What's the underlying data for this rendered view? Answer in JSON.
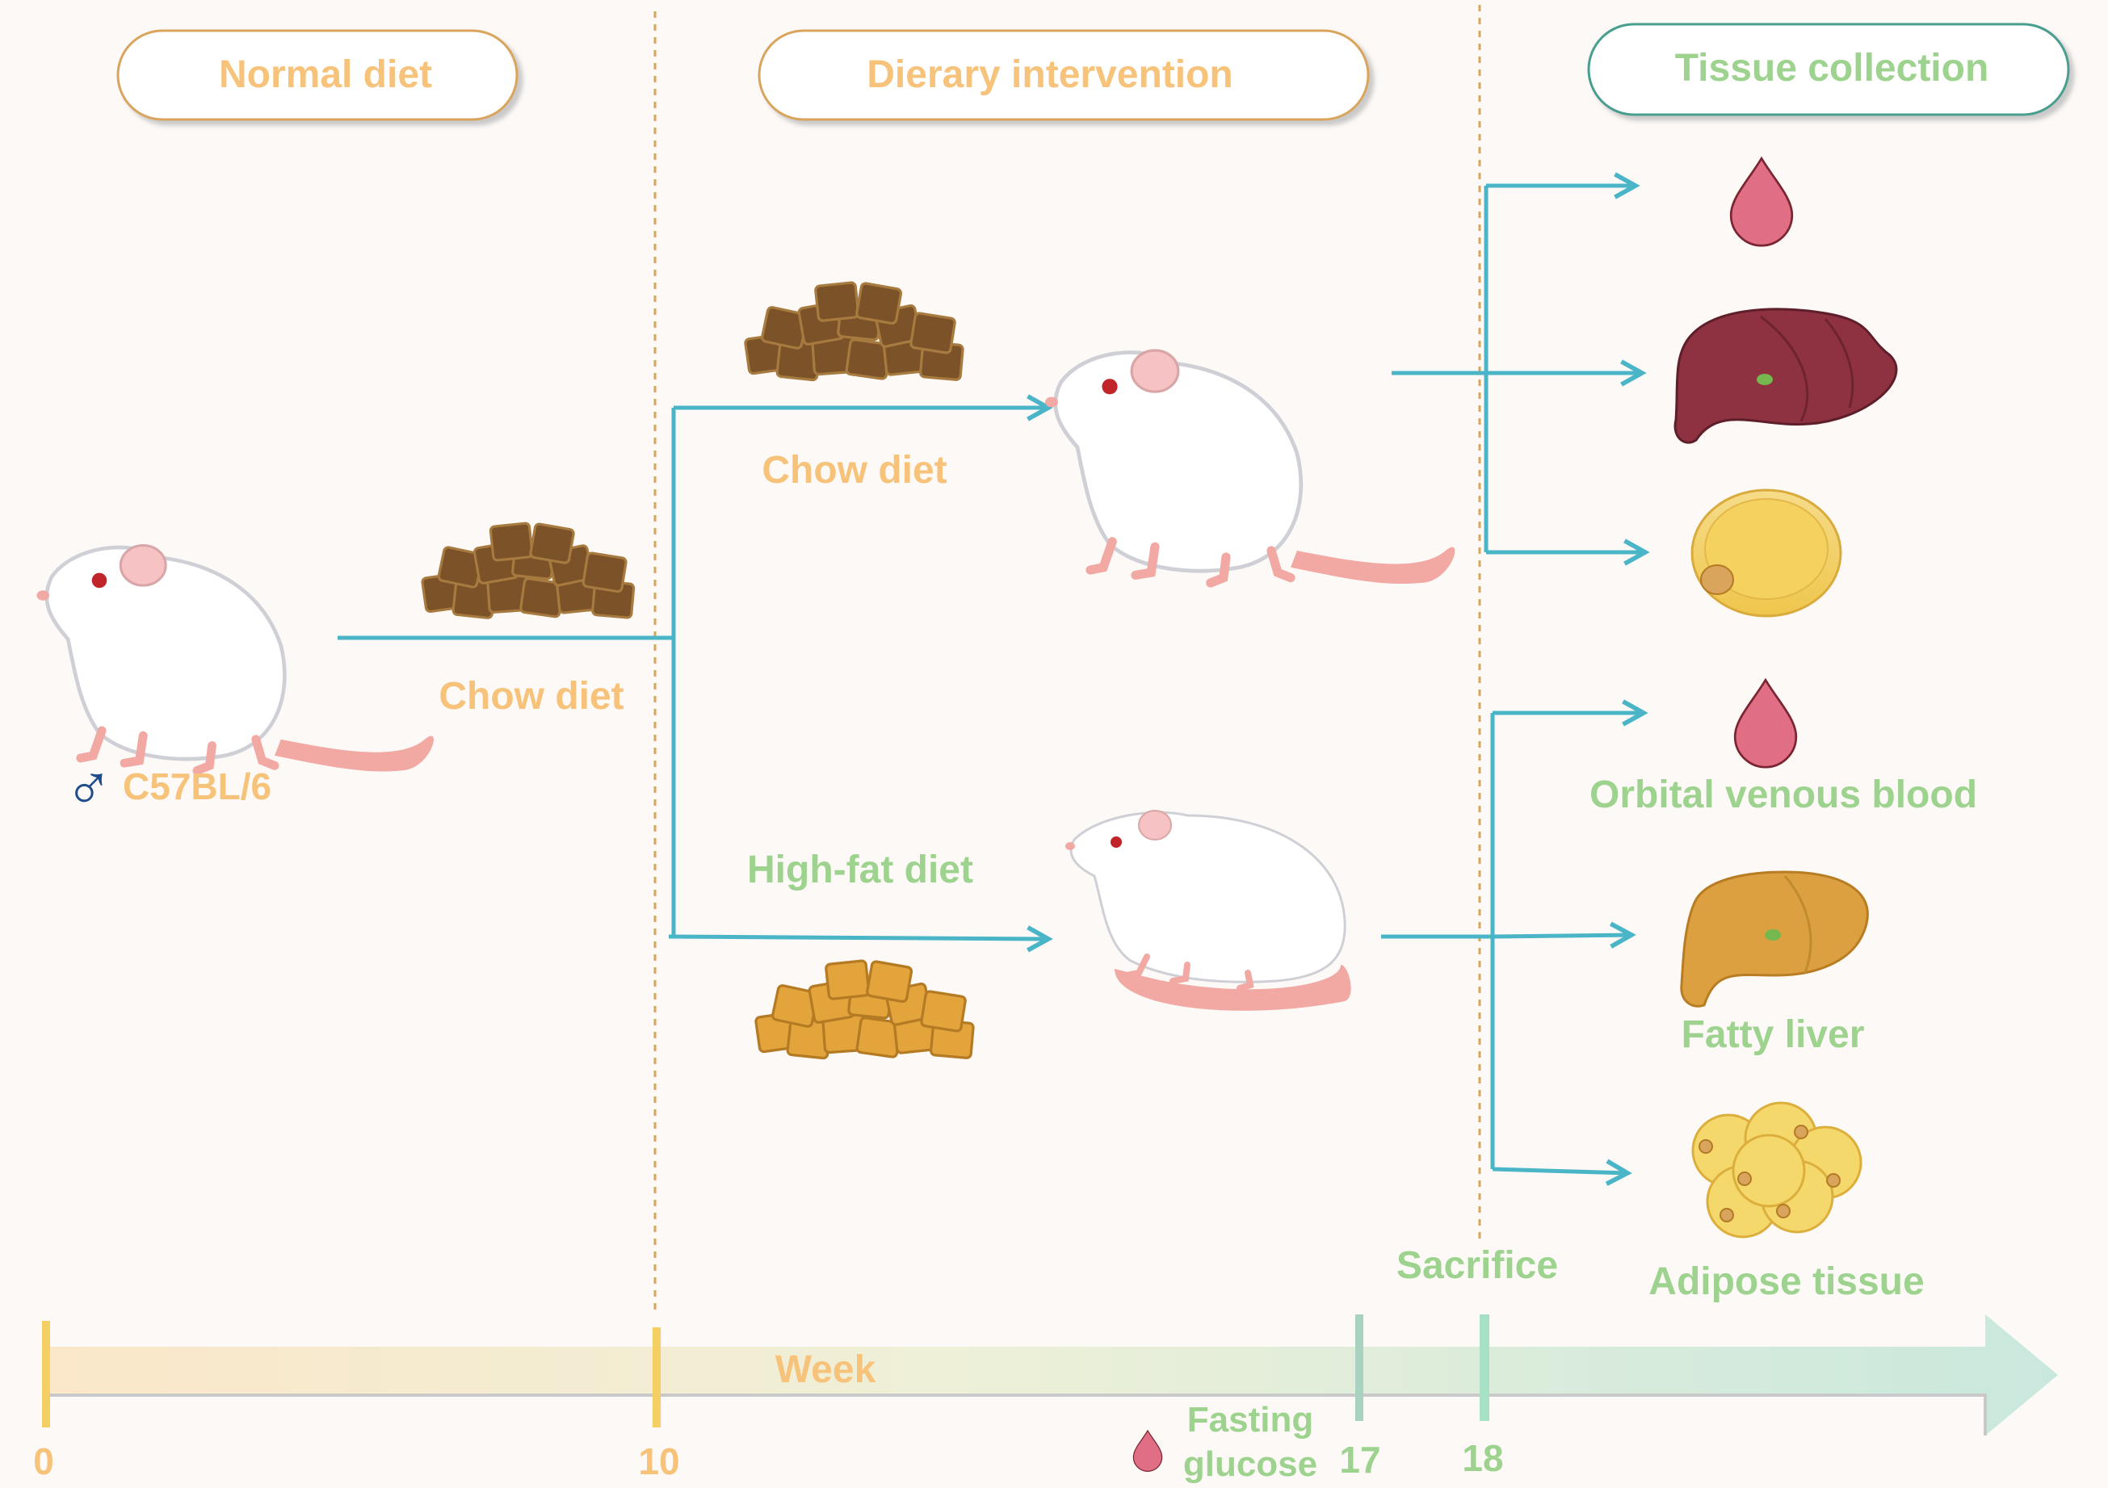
{
  "colors": {
    "background": "#fdf9f6",
    "orange": "#f7c27a",
    "green": "#9ed38f",
    "teal": "#4bb5c8",
    "pill_orange_border": "#d9a45b",
    "pill_teal_border": "#4a9e90",
    "male_symbol": "#1f4d8c"
  },
  "phases": {
    "normal": "Normal diet",
    "intervention": "Dierary intervention",
    "collection": "Tissue collection"
  },
  "mouse": {
    "sex_symbol": "♂",
    "strain": "C57BL/6"
  },
  "diets": {
    "initial": "Chow diet",
    "chow": "Chow diet",
    "hfd": "High-fat diet"
  },
  "tissues": {
    "blood": "Orbital venous blood",
    "liver": "Fatty liver",
    "adipose": "Adipose tissue"
  },
  "timeline": {
    "label": "Week",
    "ticks": [
      "0",
      "10",
      "17",
      "18"
    ],
    "fasting": [
      "Fasting",
      "glucose"
    ],
    "sacrifice": "Sacrifice"
  }
}
